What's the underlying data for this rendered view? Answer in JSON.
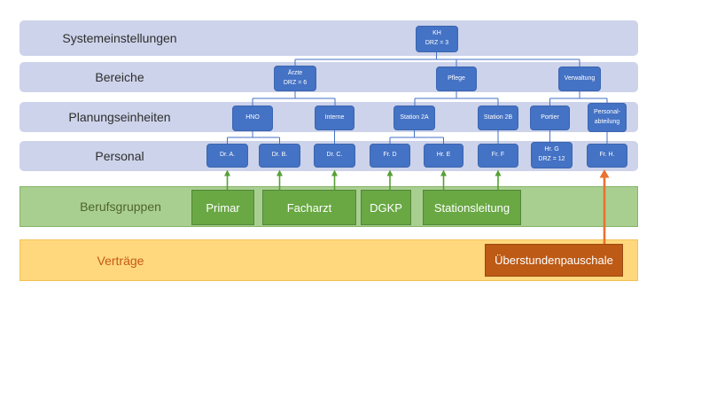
{
  "diagram": {
    "layers": [
      {
        "label": "Systemeinstellungen"
      },
      {
        "label": "Bereiche"
      },
      {
        "label": "Planungseinheiten"
      },
      {
        "label": "Personal"
      },
      {
        "label": "Berufsgruppen"
      },
      {
        "label": "Verträge"
      }
    ],
    "nodes": {
      "kh": {
        "label": "KH",
        "sub": "DRZ = 3",
        "layer": "Systemeinstellungen"
      },
      "aerzte": {
        "label": "Ärzte",
        "sub": "DRZ = 6",
        "layer": "Bereiche"
      },
      "pflege": {
        "label": "Pflege",
        "layer": "Bereiche"
      },
      "verwaltung": {
        "label": "Verwaltung",
        "layer": "Bereiche"
      },
      "hno": {
        "label": "HNO",
        "layer": "Planungseinheiten"
      },
      "interne": {
        "label": "Interne",
        "layer": "Planungseinheiten"
      },
      "station2a": {
        "label": "Station 2A",
        "layer": "Planungseinheiten"
      },
      "station2b": {
        "label": "Station 2B",
        "layer": "Planungseinheiten"
      },
      "portier": {
        "label": "Portier",
        "layer": "Planungseinheiten"
      },
      "persabt": {
        "label": "Personal-",
        "sub": "abteilung",
        "layer": "Planungseinheiten"
      },
      "dra": {
        "label": "Dr. A.",
        "layer": "Personal"
      },
      "drb": {
        "label": "Dr. B.",
        "layer": "Personal"
      },
      "drc": {
        "label": "Dr. C.",
        "layer": "Personal"
      },
      "frd": {
        "label": "Fr. D",
        "layer": "Personal"
      },
      "hre": {
        "label": "Hr. E",
        "layer": "Personal"
      },
      "frf": {
        "label": "Fr. F",
        "layer": "Personal"
      },
      "hrg": {
        "label": "Hr. G",
        "sub": "DRZ = 12",
        "layer": "Personal"
      },
      "frh": {
        "label": "Fr. H.",
        "layer": "Personal"
      }
    },
    "tree_edges": [
      [
        "kh",
        "aerzte"
      ],
      [
        "kh",
        "pflege"
      ],
      [
        "kh",
        "verwaltung"
      ],
      [
        "aerzte",
        "hno"
      ],
      [
        "aerzte",
        "interne"
      ],
      [
        "pflege",
        "station2a"
      ],
      [
        "pflege",
        "station2b"
      ],
      [
        "verwaltung",
        "portier"
      ],
      [
        "verwaltung",
        "persabt"
      ],
      [
        "hno",
        "dra"
      ],
      [
        "hno",
        "drb"
      ],
      [
        "interne",
        "drc"
      ],
      [
        "station2a",
        "frd"
      ],
      [
        "station2a",
        "hre"
      ],
      [
        "station2b",
        "frf"
      ],
      [
        "portier",
        "hrg"
      ],
      [
        "persabt",
        "frh"
      ]
    ],
    "groups": {
      "primar": {
        "label": "Primar",
        "assigned_to": [
          "Dr. A."
        ]
      },
      "facharzt": {
        "label": "Facharzt",
        "assigned_to": [
          "Dr. B.",
          "Dr. C."
        ]
      },
      "dgkp": {
        "label": "DGKP",
        "assigned_to": [
          "Fr. D"
        ]
      },
      "stationsleitung": {
        "label": "Stationsleitung",
        "assigned_to": [
          "Hr. E",
          "Fr. F"
        ]
      }
    },
    "contract": {
      "label": "Überstundenpauschale",
      "assigned_to": [
        "Fr. H."
      ]
    }
  },
  "colors": {
    "lane_blue": "#cdd3ea",
    "lane_green": "#a9cf90",
    "lane_orange": "#ffd87e",
    "node_blue": "#4472c4",
    "group_green": "#69a843",
    "contract_orange": "#bd5a15",
    "arrow_green": "#56a036",
    "arrow_orange": "#e97132"
  }
}
